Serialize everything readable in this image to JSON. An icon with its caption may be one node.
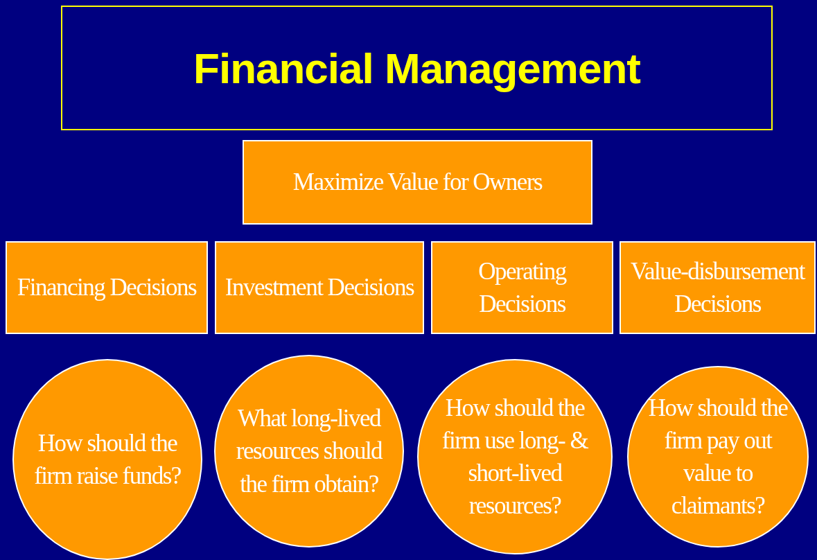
{
  "diagram": {
    "nodes": [
      {
        "text": [
          "Financial Management"
        ]
      },
      {
        "text": [
          "Maximize Value for Owners"
        ]
      },
      {
        "text": [
          "Financing Decisions"
        ]
      },
      {
        "text": [
          "Investment Decisions"
        ]
      },
      {
        "text": [
          "Operating Decisions"
        ]
      },
      {
        "text": [
          "Value-disbursement Decisions"
        ]
      },
      {
        "text": [
          "How should the firm raise funds?"
        ]
      },
      {
        "text": [
          "What long-lived resources should the firm obtain?"
        ]
      },
      {
        "text": [
          "How should the firm use long- & short-lived resources?"
        ]
      },
      {
        "text": [
          "How should the firm pay out value to claimants?"
        ]
      }
    ]
  }
}
